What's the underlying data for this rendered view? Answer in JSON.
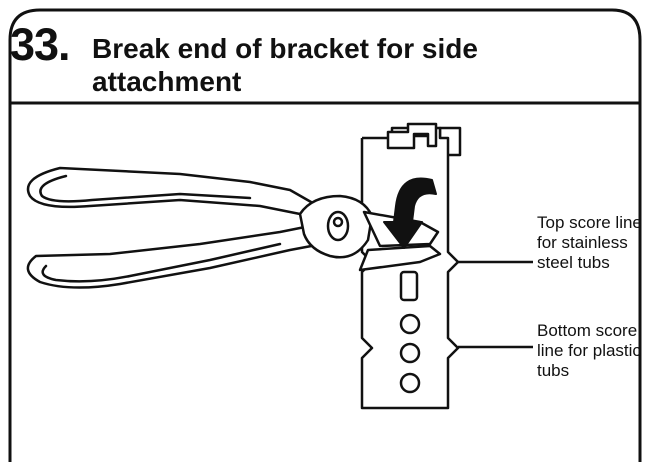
{
  "step": {
    "number": "33.",
    "title": "Break end of bracket for side attachment"
  },
  "callouts": {
    "top": "Top score line for stainless steel tubs",
    "bottom": "Bottom score line for plastic tubs"
  },
  "colors": {
    "ink": "#111111",
    "background": "#ffffff"
  }
}
